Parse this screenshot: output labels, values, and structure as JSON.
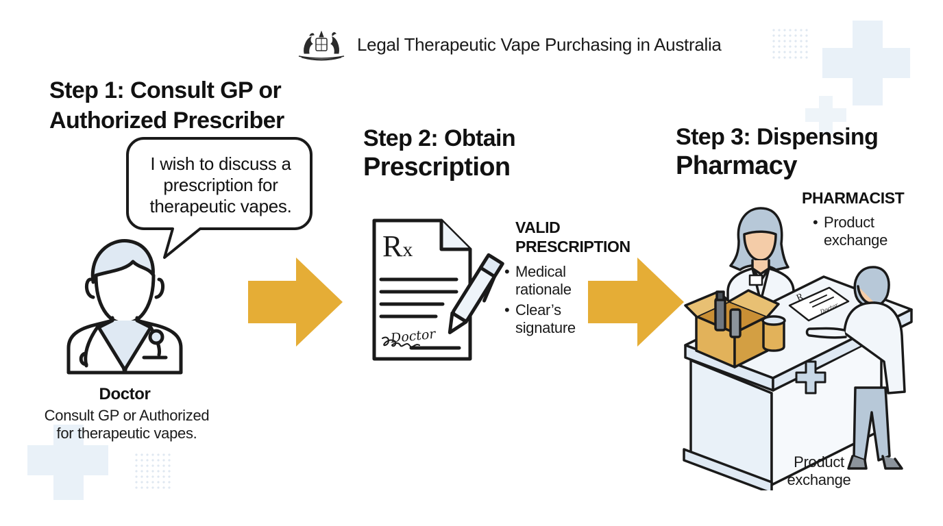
{
  "header": {
    "title": "Legal Therapeutic Vape Purchasing in Australia",
    "emblem_icon": "coat-of-arms-icon"
  },
  "step1": {
    "title_line1": "Step 1: Consult GP or",
    "title_line2": "Authorized Prescriber",
    "bubble_lines": [
      "I wish to discuss a",
      "prescription for",
      "therapeutic vapes."
    ],
    "role_label": "Doctor",
    "caption_lines": [
      "Consult GP or Authorized",
      "for therapeutic vapes."
    ],
    "icon": "doctor-icon"
  },
  "step2": {
    "title_line1": "Step 2: Obtain",
    "title_line2": "Prescription",
    "rx_symbol": "R",
    "rx_sub": "x",
    "signature": "Doctor",
    "heading_line1": "VALID",
    "heading_line2": "PRESCRIPTION",
    "bullets": [
      {
        "line1": "Medical",
        "line2": "rationale"
      },
      {
        "line1": "Clear’s",
        "line2": "signature"
      }
    ],
    "icon": "prescription-document-icon"
  },
  "step3": {
    "title_line1": "Step 3: Dispensing",
    "title_line2": "Pharmacy",
    "role_label": "PHARMACIST",
    "bullets": [
      {
        "line1": "Product",
        "line2": "exchange"
      }
    ],
    "counter_caption_lines": [
      "Product",
      "exchange"
    ],
    "card_rx": "R",
    "card_sig": "Doctor",
    "icon": "pharmacy-counter-icon"
  },
  "colors": {
    "arrow": "#e5ad36",
    "outline": "#1a1a1a",
    "light_blue": "#e9f1f8",
    "box": "#e2b25a"
  }
}
